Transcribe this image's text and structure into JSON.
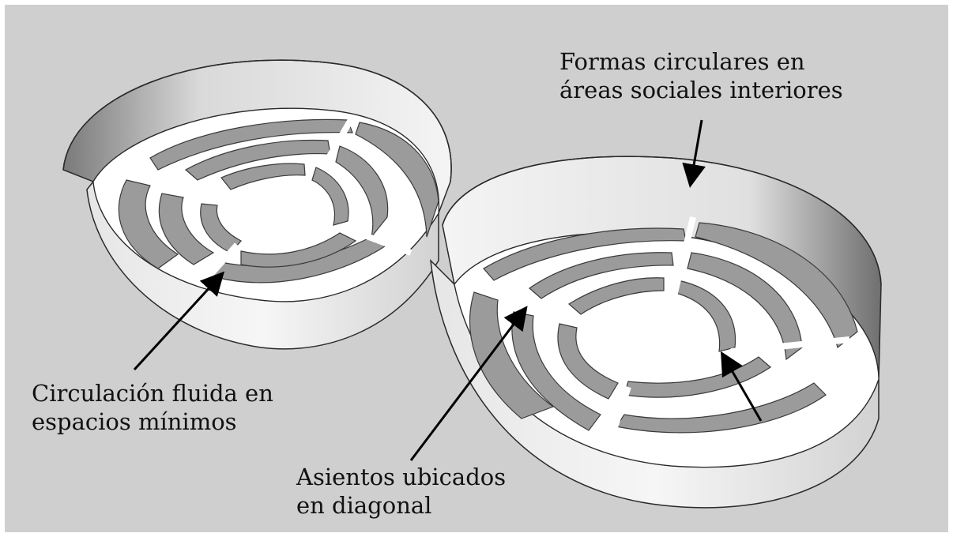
{
  "annotations": {
    "circular_forms": {
      "line1": "Formas circulares en",
      "line2": "áreas sociales interiores"
    },
    "fluid_circulation": {
      "line1": "Circulación fluida en",
      "line2": "espacios mínimos"
    },
    "diagonal_seats": {
      "line1": "Asientos ubicados",
      "line2": "en diagonal"
    }
  },
  "colors": {
    "background": "#cfcfcf",
    "wall": "#ececec",
    "wall_shadow": "#8a8a8a",
    "floor": "#ffffff",
    "seat_top": "#9b9b9b",
    "seat_side": "#7c7c7c",
    "outline": "#2a2a2a",
    "arrow": "#000000"
  }
}
